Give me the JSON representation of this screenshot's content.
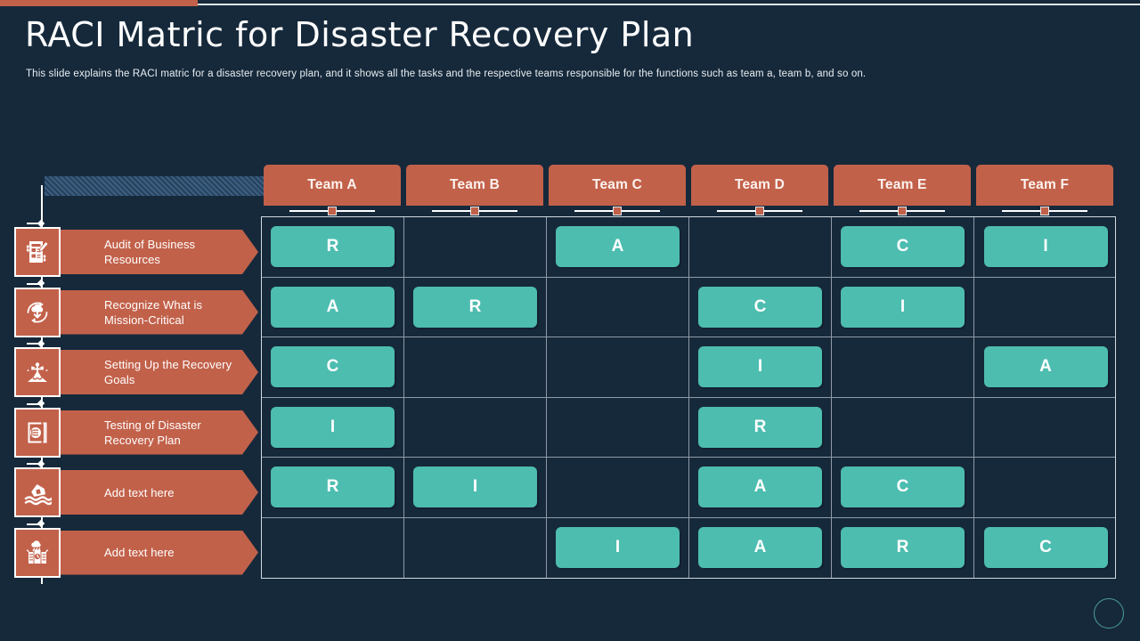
{
  "slide": {
    "title": "RACI Matric for Disaster Recovery Plan",
    "subtitle": "This slide explains the RACI matric for a disaster recovery  plan, and it shows all the tasks and the respective  teams responsible for the functions  such as team a, team b, and so on."
  },
  "colors": {
    "background": "#16293b",
    "accent_orange": "#c2614a",
    "accent_teal": "#4dbdb0",
    "grid_line": "#8e9aa6",
    "text_white": "#ffffff",
    "hatch_blue": "#3b5f82"
  },
  "matrix": {
    "columns": [
      {
        "label": "Team A",
        "icon": "column-marker-icon"
      },
      {
        "label": "Team B",
        "icon": "column-marker-icon"
      },
      {
        "label": "Team C",
        "icon": "column-marker-icon"
      },
      {
        "label": "Team D",
        "icon": "column-marker-icon"
      },
      {
        "label": "Team E",
        "icon": "column-marker-icon"
      },
      {
        "label": "Team F",
        "icon": "column-marker-icon"
      }
    ],
    "rows": [
      {
        "label": "Audit of Business Resources",
        "icon": "audit-document-pencil-icon",
        "values": [
          "R",
          "",
          "A",
          "",
          "C",
          "I"
        ]
      },
      {
        "label": "Recognize What is Mission-Critical",
        "icon": "cloud-download-cycle-icon",
        "values": [
          "A",
          "R",
          "",
          "C",
          "I",
          ""
        ]
      },
      {
        "label": "Setting Up the Recovery Goals",
        "icon": "mountain-goal-icon",
        "values": [
          "C",
          "",
          "",
          "I",
          "",
          "A"
        ]
      },
      {
        "label": "Testing of Disaster Recovery Plan",
        "icon": "test-document-icon",
        "values": [
          "I",
          "",
          "",
          "R",
          "",
          ""
        ]
      },
      {
        "label": "Add text here",
        "icon": "flood-house-icon",
        "values": [
          "R",
          "I",
          "",
          "A",
          "C",
          ""
        ]
      },
      {
        "label": "Add text here",
        "icon": "storm-building-icon",
        "values": [
          "",
          "",
          "I",
          "A",
          "R",
          "C"
        ]
      }
    ]
  },
  "decor": {
    "corner_circle": "corner-circle-decoration",
    "hatch_bar": "hatched-connector-bar",
    "top_accent": "top-accent-bar"
  }
}
